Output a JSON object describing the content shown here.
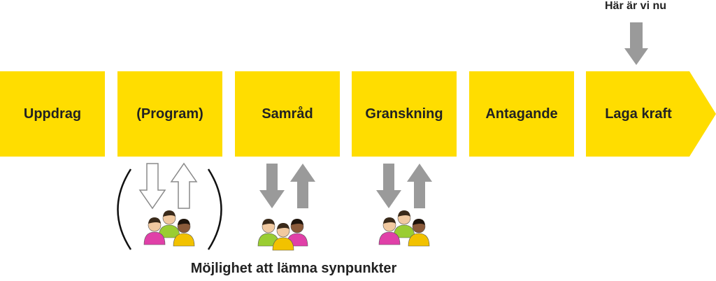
{
  "indicator": {
    "label": "Här är vi nu"
  },
  "stages": [
    {
      "label": "Uppdrag"
    },
    {
      "label": "(Program)"
    },
    {
      "label": "Samråd"
    },
    {
      "label": "Granskning"
    },
    {
      "label": "Antagande"
    },
    {
      "label": "Laga kraft"
    }
  ],
  "caption": "Möjlighet att lämna synpunkter",
  "colors": {
    "stage": "#ffdd00",
    "arrow_gray": "#9a9a9a",
    "person_pink": "#e040a8",
    "person_green": "#9acd32",
    "person_yellow": "#f2c200"
  },
  "icons": [
    "arrow-down-icon",
    "arrow-up-icon",
    "people-group-icon",
    "parenthesis-icon"
  ]
}
